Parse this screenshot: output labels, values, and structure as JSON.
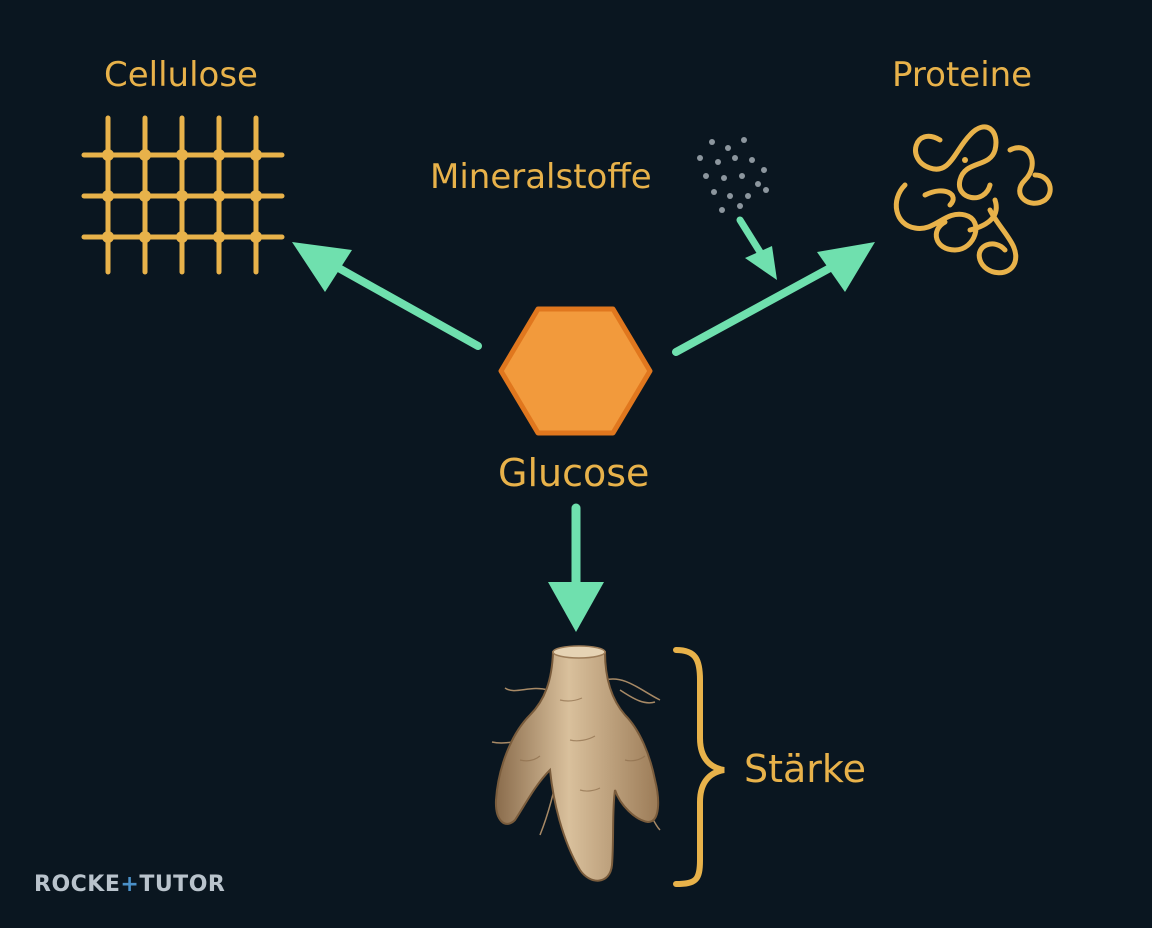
{
  "diagram": {
    "center": {
      "label": "Glucose"
    },
    "products": [
      {
        "label": "Cellulose"
      },
      {
        "label": "Proteine"
      },
      {
        "label": "Stärke"
      }
    ],
    "input": {
      "label": "Mineralstoffe"
    }
  },
  "colors": {
    "background": "#0a1620",
    "label": "#e8b24a",
    "arrow": "#6fe0ae",
    "hexagon_fill": "#f29a3c",
    "hexagon_stroke": "#e0771e",
    "mineral_dots": "#8c969e",
    "root": "#cdb08a"
  },
  "logo": {
    "part1": "ROCKE",
    "plus": "+",
    "part2": "TUTOR"
  }
}
